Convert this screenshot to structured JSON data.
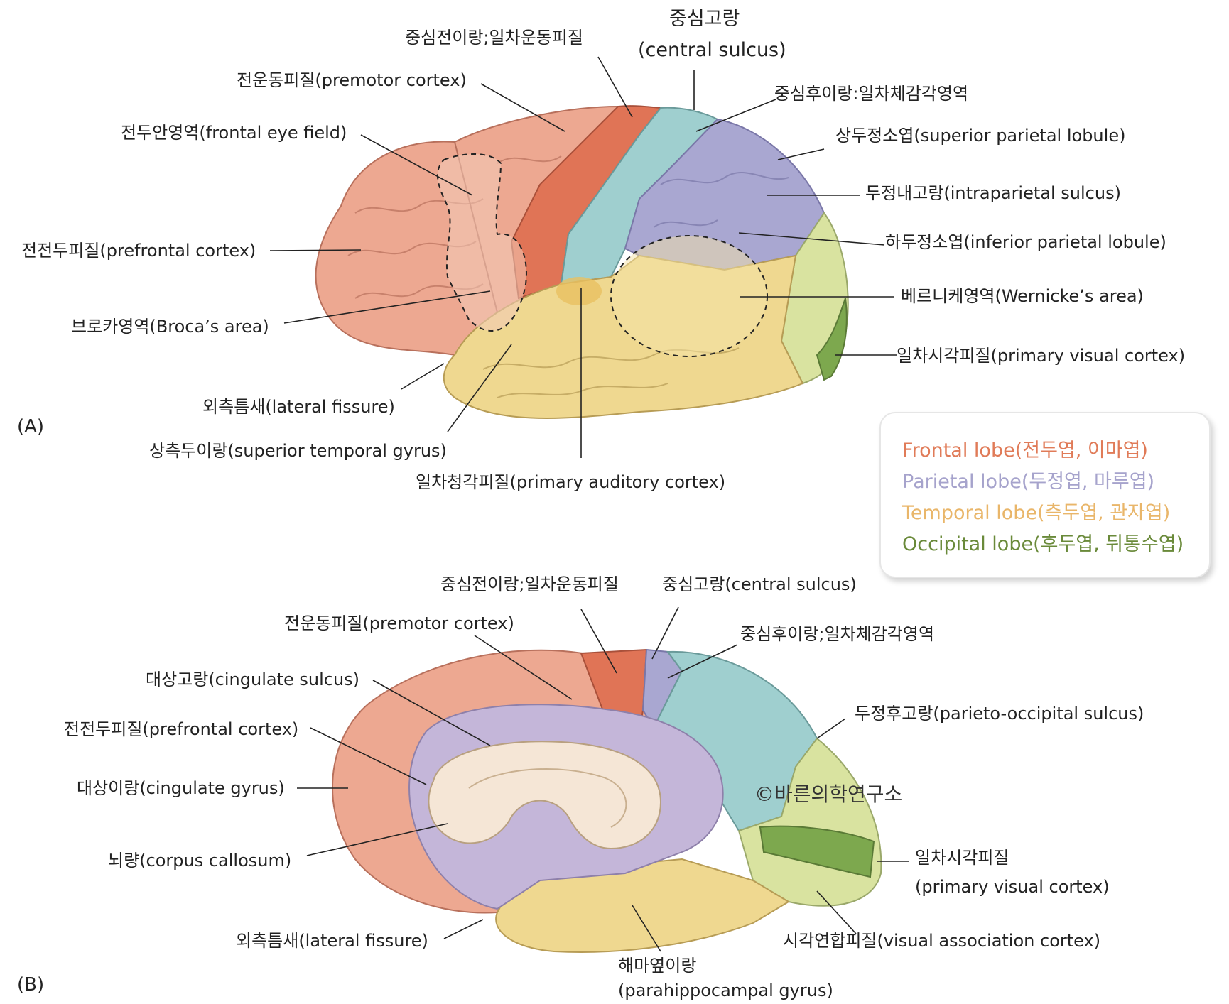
{
  "panel_a": {
    "tag": "(A)",
    "labels": {
      "central_sulcus_kr": "중심고랑",
      "central_sulcus_en": "(central sulcus)",
      "precentral": "중심전이랑;일차운동피질",
      "premotor": "전운동피질(premotor cortex)",
      "postcentral": "중심후이랑:일차체감각영역",
      "frontal_eye": "전두안영역(frontal eye field)",
      "superior_parietal": "상두정소엽(superior parietal lobule)",
      "intraparietal": "두정내고랑(intraparietal sulcus)",
      "prefrontal": "전전두피질(prefrontal cortex)",
      "inferior_parietal": "하두정소엽(inferior parietal lobule)",
      "wernicke": "베르니케영역(Wernicke’s area)",
      "broca": "브로카영역(Broca’s area)",
      "primary_visual": "일차시각피질(primary visual cortex)",
      "lateral_fissure": "외측틈새(lateral fissure)",
      "superior_temporal": "상측두이랑(superior temporal gyrus)",
      "primary_auditory": "일차청각피질(primary auditory cortex)"
    }
  },
  "legend": {
    "frontal": "Frontal lobe(전두엽, 이마엽)",
    "parietal": "Parietal lobe(두정엽, 마루엽)",
    "temporal": "Temporal lobe(측두엽, 관자엽)",
    "occipital": "Occipital lobe(후두엽, 뒤통수엽)",
    "colors": {
      "frontal": "#e07b58",
      "parietal": "#a6a3cc",
      "temporal": "#e9b66a",
      "occipital": "#6a8a3a"
    }
  },
  "panel_b": {
    "tag": "(B)",
    "labels": {
      "precentral": "중심전이랑;일차운동피질",
      "central_sulcus": "중심고랑(central sulcus)",
      "premotor": "전운동피질(premotor cortex)",
      "postcentral": "중심후이랑;일차체감각영역",
      "cingulate_sulcus": "대상고랑(cingulate sulcus)",
      "parieto_occipital": "두정후고랑(parieto-occipital sulcus)",
      "prefrontal": "전전두피질(prefrontal cortex)",
      "cingulate_gyrus": "대상이랑(cingulate gyrus)",
      "corpus_callosum": "뇌량(corpus callosum)",
      "primary_visual_kr": "일차시각피질",
      "primary_visual_en": "(primary visual cortex)",
      "lateral_fissure": "외측틈새(lateral fissure)",
      "visual_association": "시각연합피질(visual association cortex)",
      "parahippocampal_kr": "해마옆이랑",
      "parahippocampal_en": "(parahippocampal gyrus)"
    }
  },
  "watermark": "©바른의학연구소",
  "region_colors": {
    "frontal_a": "#eda891",
    "motor": "#e07456",
    "somatosensory": "#9fcfcf",
    "parietal": "#a9a7d1",
    "temporal": "#efd890",
    "occipital": "#d9e3a0",
    "visual": "#7da84e",
    "cingulate": "#c4b6d9",
    "callosum": "#f5e6d6"
  }
}
